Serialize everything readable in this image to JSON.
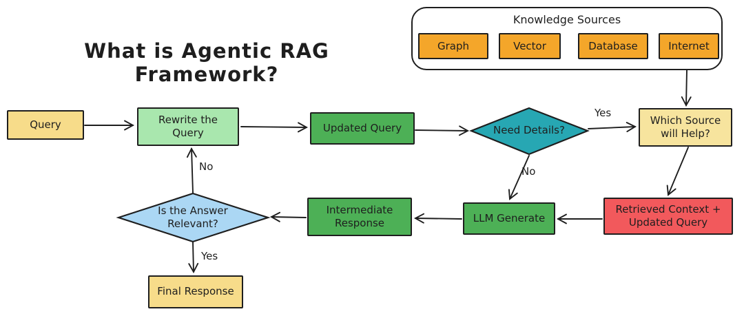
{
  "title": "What is Agentic RAG Framework?",
  "colors": {
    "stroke": "#1e1e1e",
    "yellow": "#f7dc8a",
    "cream": "#f7e49e",
    "light_green": "#a9e7ae",
    "green": "#4db056",
    "teal": "#27a7b3",
    "light_blue": "#abd7f4",
    "red": "#f2595c",
    "orange": "#f4a62a",
    "background": "#ffffff"
  },
  "knowledge_sources": {
    "title": "Knowledge Sources",
    "items": [
      {
        "label": "Graph"
      },
      {
        "label": "Vector"
      },
      {
        "label": "Database"
      },
      {
        "label": "Internet"
      }
    ]
  },
  "nodes": {
    "query": {
      "label": "Query"
    },
    "rewrite_query": {
      "label": "Rewrite the\nQuery"
    },
    "updated_query": {
      "label": "Updated Query"
    },
    "need_details": {
      "label": "Need Details?"
    },
    "which_source": {
      "label": "Which Source\nwill Help?"
    },
    "retrieved_context": {
      "label": "Retrieved Context +\nUpdated Query"
    },
    "llm_generate": {
      "label": "LLM Generate"
    },
    "intermediate_response": {
      "label": "Intermediate\nResponse"
    },
    "answer_relevant": {
      "label": "Is the Answer\nRelevant?"
    },
    "final_response": {
      "label": "Final Response"
    }
  },
  "edge_labels": {
    "need_details_yes": "Yes",
    "need_details_no": "No",
    "answer_relevant_no": "No",
    "answer_relevant_yes": "Yes"
  }
}
